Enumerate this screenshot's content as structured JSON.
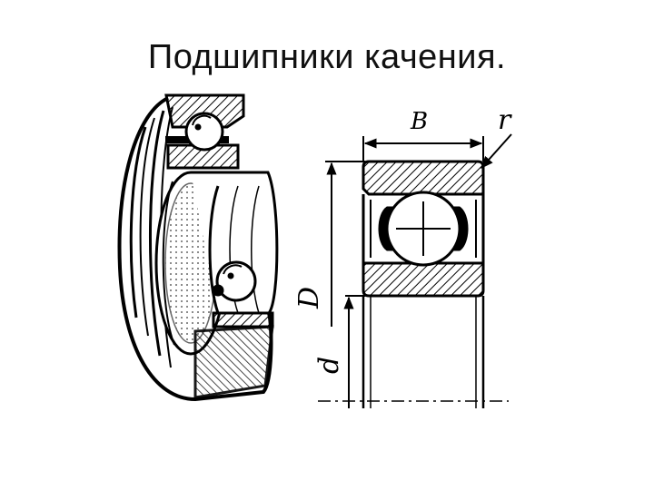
{
  "slide": {
    "title": "Подшипники качения."
  },
  "drawing": {
    "labels": {
      "width": "B",
      "fillet_radius": "r",
      "outer_diameter": "D",
      "inner_diameter": "d"
    }
  }
}
